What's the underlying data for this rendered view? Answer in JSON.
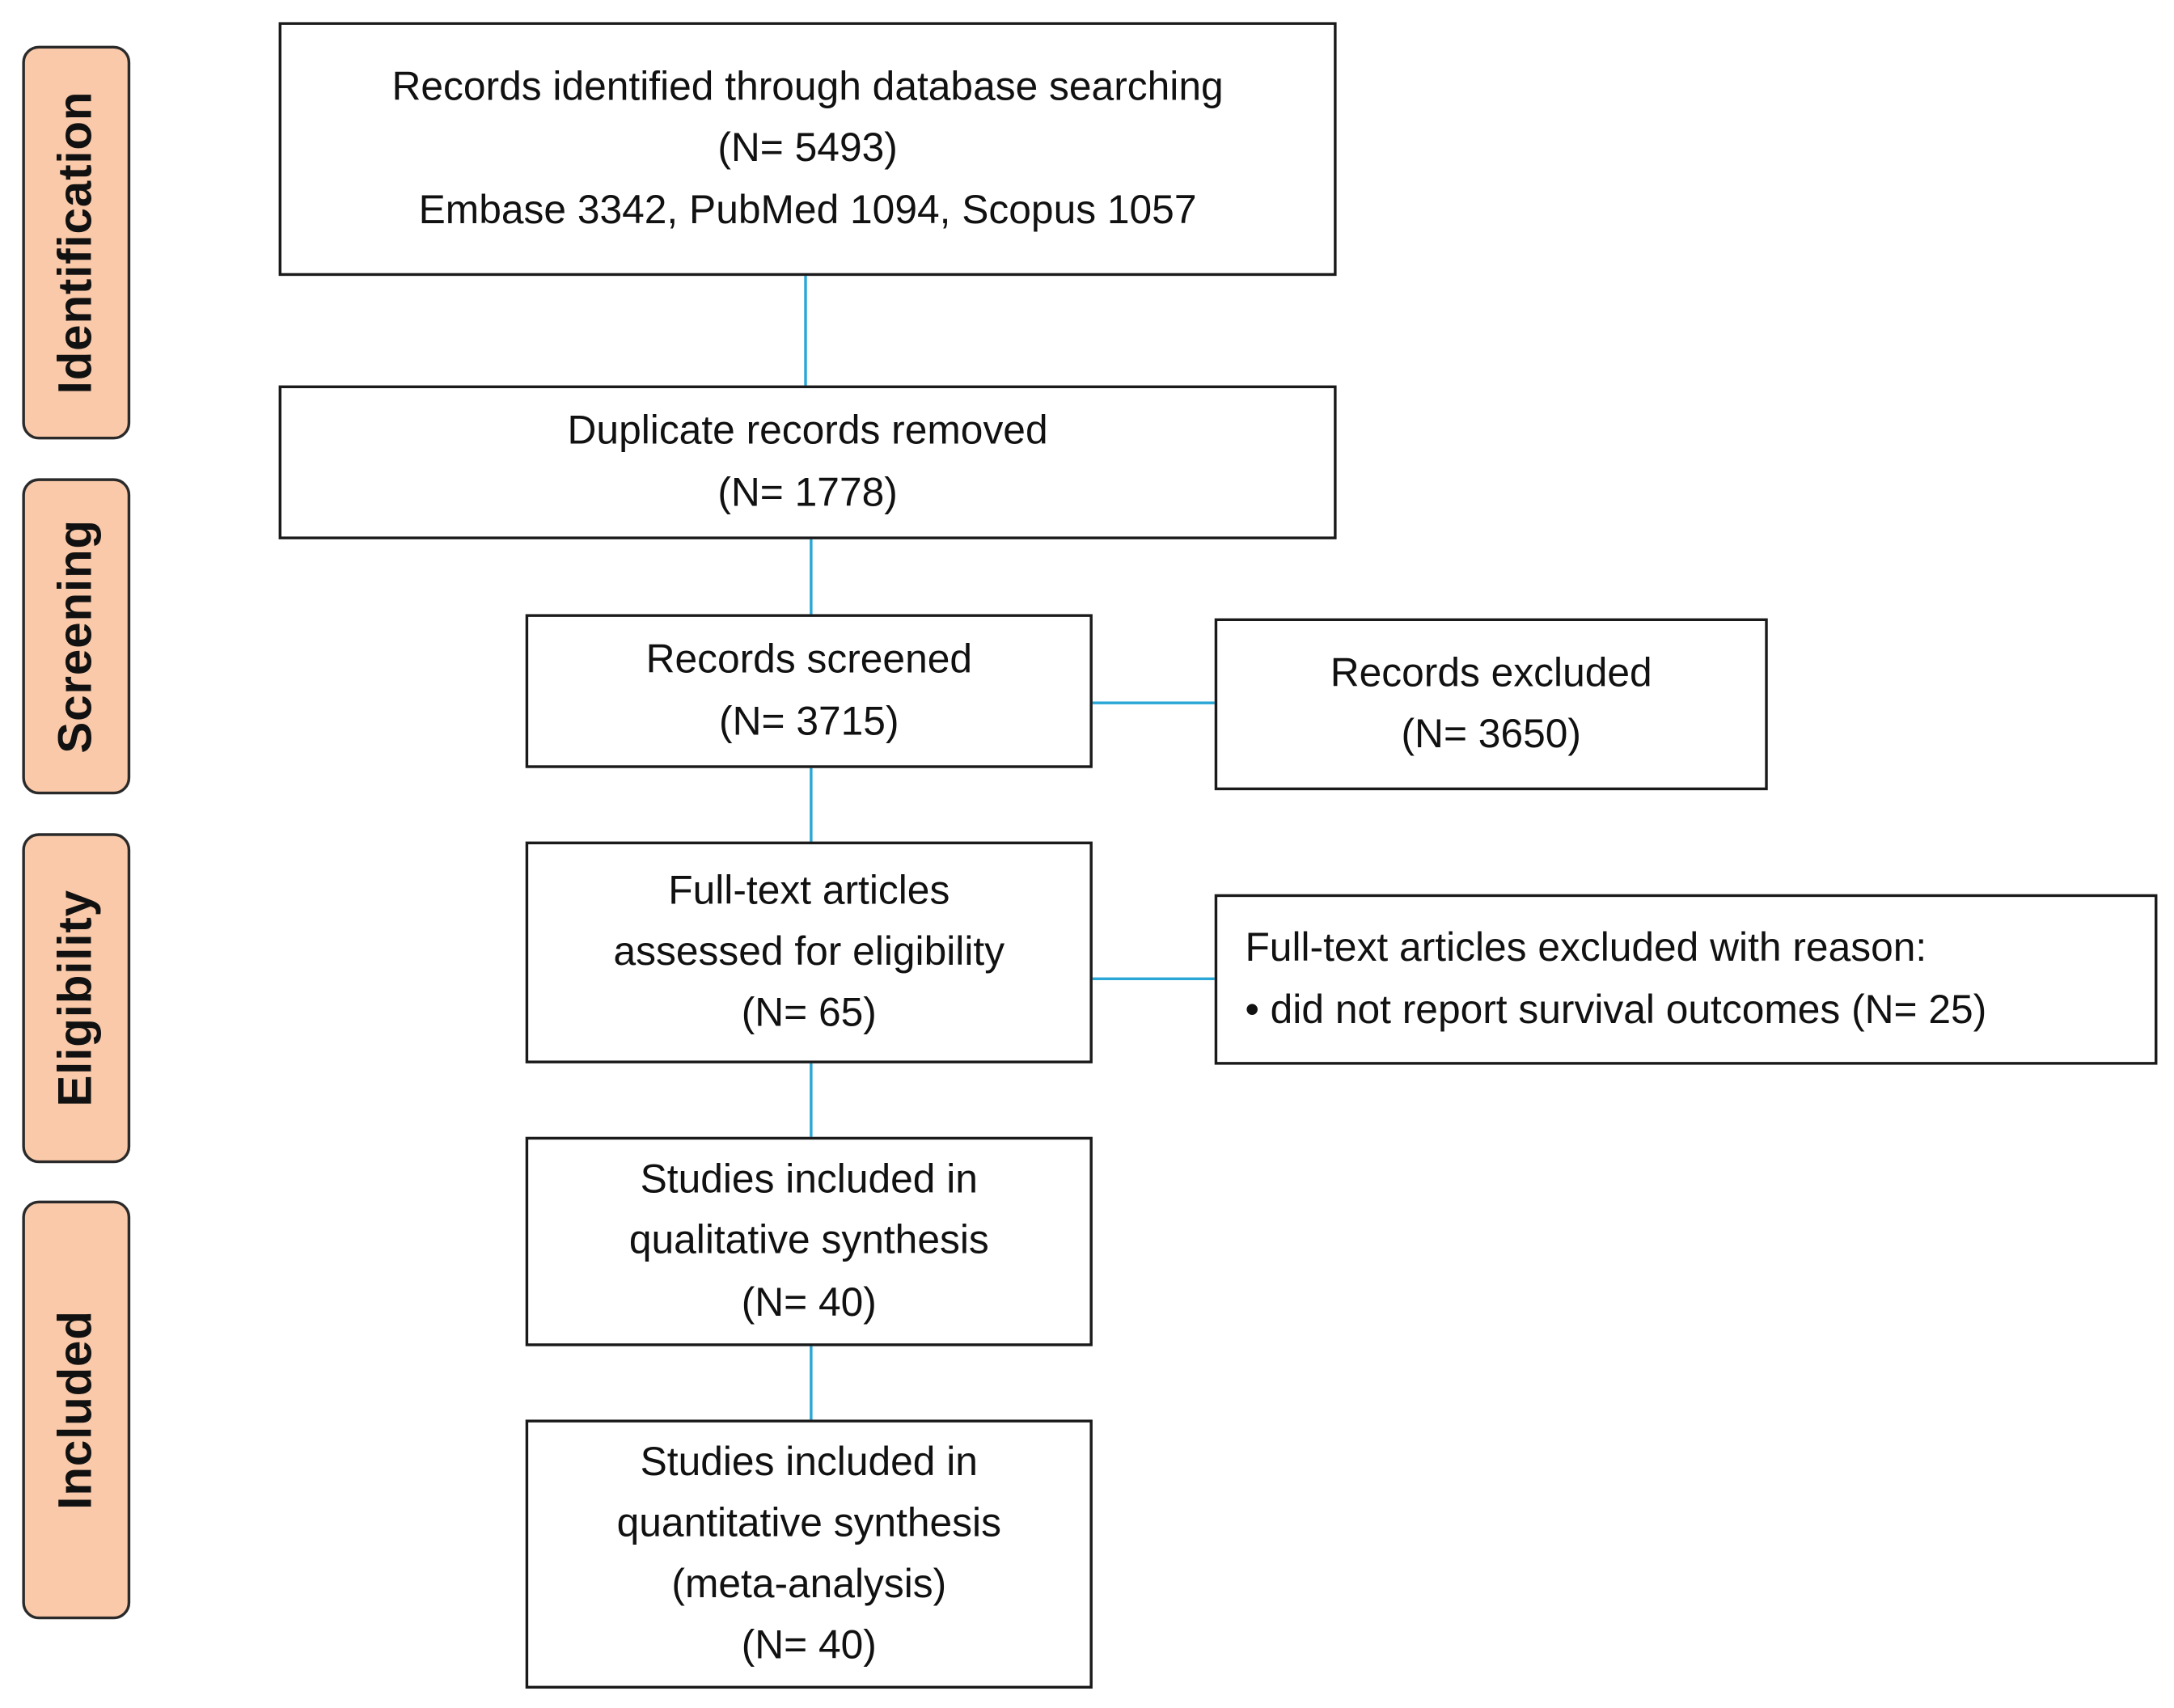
{
  "phases": {
    "identification": "Identification",
    "screening": "Screening",
    "eligibility": "Eligibility",
    "included": "Included"
  },
  "boxes": {
    "identified": {
      "line1": "Records identified through database searching",
      "line2": "(N= 5493)",
      "line3": "Embase 3342, PubMed 1094, Scopus 1057"
    },
    "duplicates": {
      "line1": "Duplicate records removed",
      "line2": "(N= 1778)"
    },
    "screened": {
      "line1": "Records screened",
      "line2": "(N= 3715)"
    },
    "excluded": {
      "line1": "Records excluded",
      "line2": "(N= 3650)"
    },
    "fulltext": {
      "line1": "Full-text articles",
      "line2": "assessed for eligibility",
      "line3": "(N= 65)"
    },
    "fulltext_excluded": {
      "line1": "Full-text articles excluded with reason:",
      "line2": "• did not report survival outcomes (N= 25)"
    },
    "qualitative": {
      "line1": "Studies included in",
      "line2": "qualitative synthesis",
      "line3": "(N= 40)"
    },
    "quantitative": {
      "line1": "Studies included in",
      "line2": "quantitative synthesis",
      "line3": "(meta-analysis)",
      "line4": "(N= 40)"
    }
  },
  "colors": {
    "phase_fill": "#f9c9a9",
    "connector": "#2aa7d6",
    "box_border": "#1a1a1a"
  }
}
